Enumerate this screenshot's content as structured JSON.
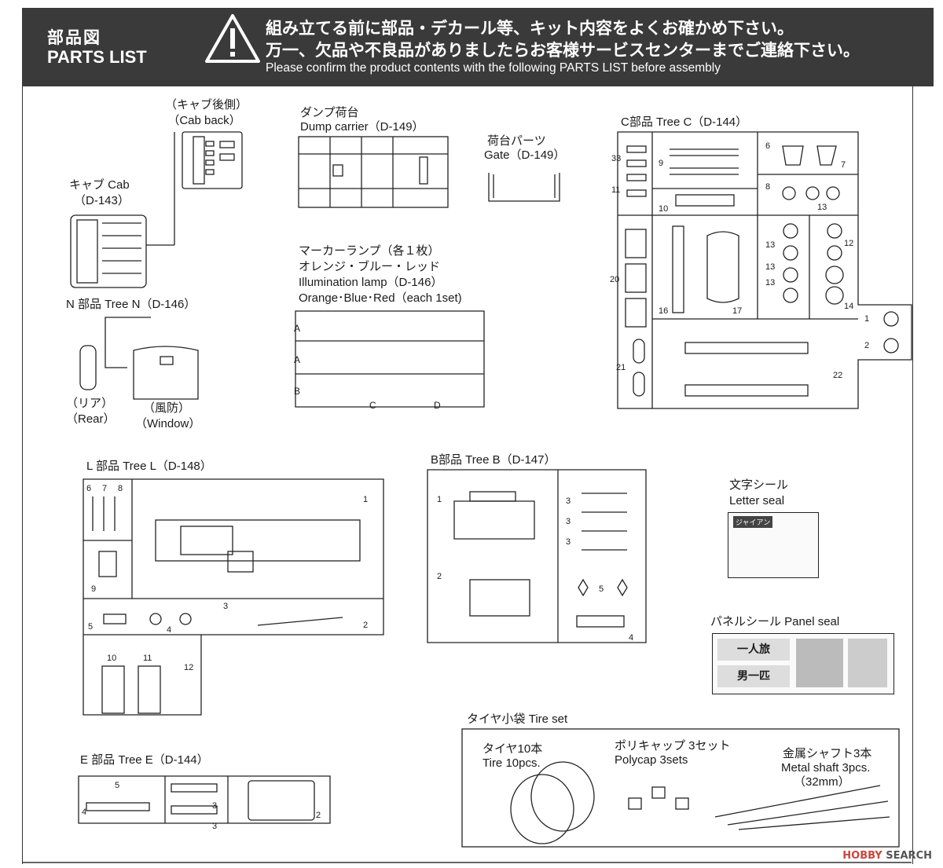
{
  "header": {
    "title_jp": "部品図",
    "title_en": "PARTS LIST",
    "warning_line1": "組み立てる前に部品・デカール等、キット内容をよくお確かめ下さい。",
    "warning_line2": "万一、欠品や不良品がありましたらお客様サービスセンターまでご連絡下さい。",
    "warning_en": "Please confirm the product contents with the following PARTS LIST before assembly"
  },
  "parts": {
    "cab_back_jp": "（キャブ後側）",
    "cab_back_en": "（Cab back）",
    "cab_jp": "キャブ Cab",
    "cab_code": "（D-143）",
    "dump_jp": "ダンプ荷台",
    "dump_en": "Dump carrier（D-149）",
    "gate_jp": "荷台パーツ",
    "gate_en": "Gate（D-149）",
    "tree_c": "C部品 Tree C（D-144）",
    "marker_jp1": "マーカーランプ（各１枚）",
    "marker_jp2": "オレンジ・ブルー・レッド",
    "marker_en1": "Illumination lamp（D-146）",
    "marker_en2": "Orange･Blue･Red（each 1set)",
    "tree_n": "N 部品 Tree N（D-146）",
    "rear_jp": "（リア）",
    "rear_en": "（Rear）",
    "window_jp": "（風防）",
    "window_en": "（Window）",
    "tree_l": "L 部品 Tree L（D-148）",
    "tree_b": "B部品 Tree B（D-147）",
    "letter_jp": "文字シール",
    "letter_en": "Letter seal",
    "panel_seal": "パネルシール Panel seal",
    "tire_set": "タイヤ小袋 Tire set",
    "tire_jp": "タイヤ10本",
    "tire_en": "Tire 10pcs.",
    "polycap_jp": "ポリキャップ 3セット",
    "polycap_en": "Polycap 3sets",
    "shaft_jp": "金属シャフト3本",
    "shaft_en": "Metal shaft 3pcs.",
    "shaft_len": "（32mm）",
    "tree_e": "E 部品 Tree E（D-144）"
  },
  "markers": {
    "a1": "A",
    "a2": "A",
    "b": "B",
    "c": "C",
    "d": "D"
  },
  "numbers": {
    "c": [
      "33",
      "9",
      "11",
      "10",
      "6",
      "7",
      "8",
      "13",
      "20",
      "16",
      "17",
      "13",
      "13",
      "13",
      "12",
      "14",
      "21",
      "22",
      "1",
      "2"
    ],
    "l": [
      "6",
      "7",
      "8",
      "1",
      "9",
      "5",
      "4",
      "3",
      "2",
      "10",
      "11",
      "12"
    ],
    "b": [
      "1",
      "2",
      "3",
      "3",
      "3",
      "5",
      "4"
    ],
    "e": [
      "5",
      "4",
      "3",
      "3",
      "2"
    ]
  },
  "seals": {
    "letter_badge": "ジャイアン",
    "panel_text1": "一人旅",
    "panel_text2": "男一匹"
  },
  "watermark": {
    "brand": "HOBBY",
    "brand2": "SEARCH"
  }
}
